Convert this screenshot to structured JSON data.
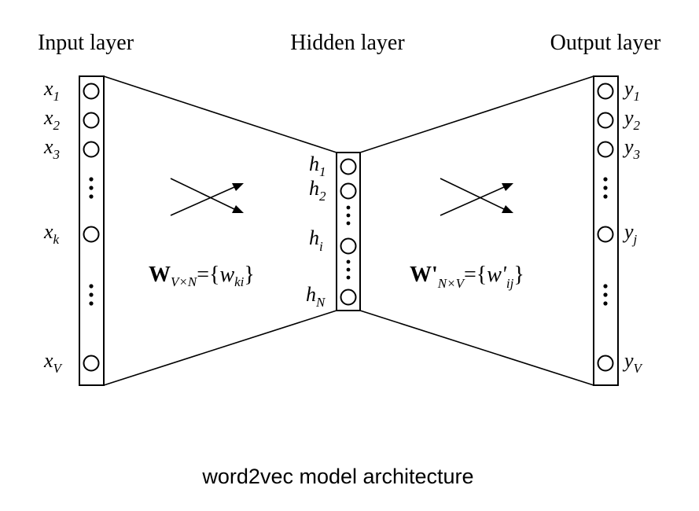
{
  "titles": {
    "input": "Input layer",
    "hidden": "Hidden layer",
    "output": "Output layer"
  },
  "input_nodes": [
    {
      "base": "x",
      "sub": "1"
    },
    {
      "base": "x",
      "sub": "2"
    },
    {
      "base": "x",
      "sub": "3"
    },
    {
      "base": "x",
      "sub": "k"
    },
    {
      "base": "x",
      "sub": "V"
    }
  ],
  "hidden_nodes": [
    {
      "base": "h",
      "sub": "1"
    },
    {
      "base": "h",
      "sub": "2"
    },
    {
      "base": "h",
      "sub": "i"
    },
    {
      "base": "h",
      "sub": "N"
    }
  ],
  "output_nodes": [
    {
      "base": "y",
      "sub": "1"
    },
    {
      "base": "y",
      "sub": "2"
    },
    {
      "base": "y",
      "sub": "3"
    },
    {
      "base": "y",
      "sub": "j"
    },
    {
      "base": "y",
      "sub": "V"
    }
  ],
  "weights_in": {
    "bold": "W",
    "sub": "V×N",
    "eq": "={",
    "w": "w",
    "wsub": "ki",
    "close": "}"
  },
  "weights_out": {
    "bold": "W'",
    "sub": "N×V",
    "eq": "={",
    "w": "w'",
    "wsub": "ij",
    "close": "}"
  },
  "caption": "word2vec model architecture"
}
